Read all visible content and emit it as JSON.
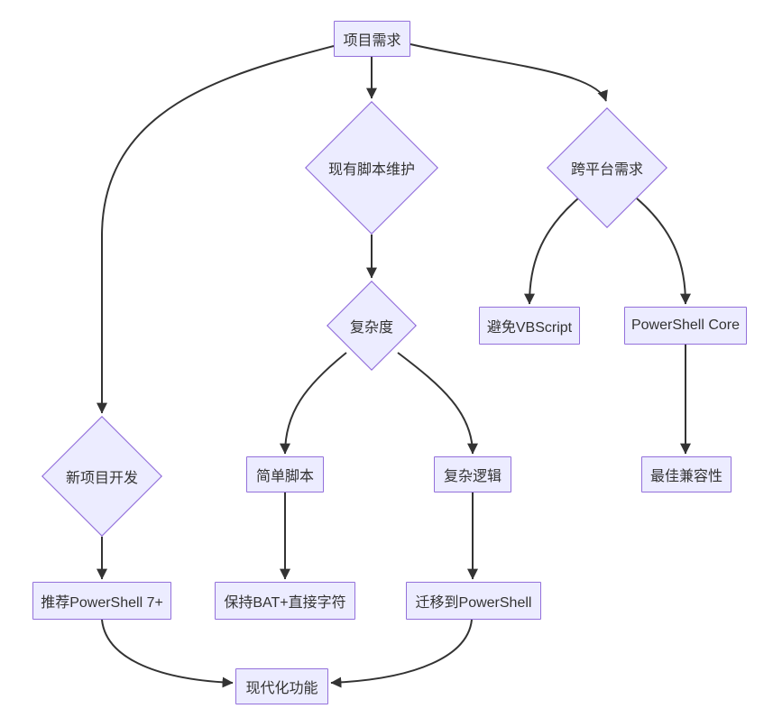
{
  "diagram": {
    "type": "flowchart",
    "direction": "top-down",
    "colors": {
      "node_fill": "#ECECFF",
      "node_border": "#9370DB",
      "edge_stroke": "#333333",
      "text": "#333333",
      "background": "#ffffff"
    },
    "nodes": {
      "project_req": {
        "label": "项目需求",
        "shape": "rect"
      },
      "existing_maint": {
        "label": "现有脚本维护",
        "shape": "diamond"
      },
      "cross_platform": {
        "label": "跨平台需求",
        "shape": "diamond"
      },
      "complexity": {
        "label": "复杂度",
        "shape": "diamond"
      },
      "avoid_vbscript": {
        "label": "避免VBScript",
        "shape": "rect"
      },
      "powershell_core": {
        "label": "PowerShell Core",
        "shape": "rect"
      },
      "new_project": {
        "label": "新项目开发",
        "shape": "diamond"
      },
      "simple_script": {
        "label": "简单脚本",
        "shape": "rect"
      },
      "complex_logic": {
        "label": "复杂逻辑",
        "shape": "rect"
      },
      "best_compat": {
        "label": "最佳兼容性",
        "shape": "rect"
      },
      "recommend_ps7": {
        "label": "推荐PowerShell 7+",
        "shape": "rect"
      },
      "keep_bat": {
        "label": "保持BAT+直接字符",
        "shape": "rect"
      },
      "migrate_ps": {
        "label": "迁移到PowerShell",
        "shape": "rect"
      },
      "modern_features": {
        "label": "现代化功能",
        "shape": "rect"
      }
    },
    "edges": [
      {
        "from": "项目需求",
        "to": "现有脚本维护"
      },
      {
        "from": "项目需求",
        "to": "新项目开发"
      },
      {
        "from": "项目需求",
        "to": "跨平台需求"
      },
      {
        "from": "现有脚本维护",
        "to": "复杂度"
      },
      {
        "from": "复杂度",
        "to": "简单脚本"
      },
      {
        "from": "复杂度",
        "to": "复杂逻辑"
      },
      {
        "from": "跨平台需求",
        "to": "避免VBScript"
      },
      {
        "from": "跨平台需求",
        "to": "PowerShell Core"
      },
      {
        "from": "新项目开发",
        "to": "推荐PowerShell 7+"
      },
      {
        "from": "简单脚本",
        "to": "保持BAT+直接字符"
      },
      {
        "from": "复杂逻辑",
        "to": "迁移到PowerShell"
      },
      {
        "from": "PowerShell Core",
        "to": "最佳兼容性"
      },
      {
        "from": "推荐PowerShell 7+",
        "to": "现代化功能"
      },
      {
        "from": "迁移到PowerShell",
        "to": "现代化功能"
      }
    ]
  }
}
